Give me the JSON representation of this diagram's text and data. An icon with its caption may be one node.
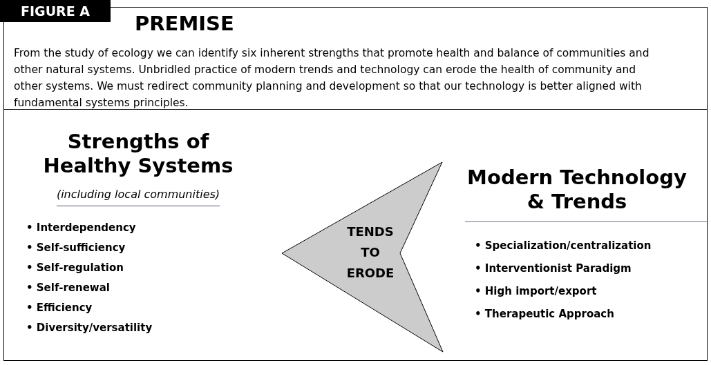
{
  "diagram": {
    "nodes": [
      {
        "text": [
          "FIGURE A"
        ]
      },
      {
        "text": [
          "PREMISE",
          "From the study of ecology we can identify six inherent strengths that promote health and balance of communities and other natural systems. Unbridled practice of modern trends and technology can erode the health of community and other systems. We must redirect community planning and development so that our technology is better aligned with fundamental systems principles."
        ]
      },
      {
        "text": [
          "TENDS TO ERODE"
        ]
      }
    ],
    "labels": [
      "Strengths of Healthy Systems",
      "(including local communities)",
      "• Interdependency",
      "• Self-sufficiency",
      "• Self-regulation",
      "• Self-renewal",
      "• Efficiency",
      "• Diversity/versatility",
      "Modern Technology & Trends",
      "• Specialization/centralization",
      "• Interventionist Paradigm",
      "• High import/export",
      "• Therapeutic Approach"
    ]
  }
}
